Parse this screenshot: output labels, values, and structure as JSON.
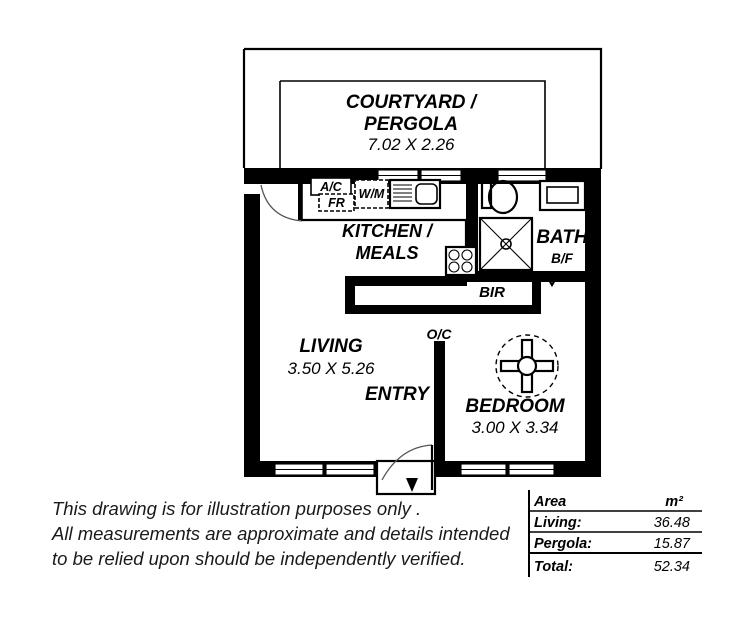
{
  "document": {
    "type": "floor-plan",
    "title": "Residential Floor Plan"
  },
  "rooms": [
    {
      "id": "courtyard",
      "name_line1": "COURTYARD /",
      "name_line2": "PERGOLA",
      "dimensions": "7.02 X 2.26"
    },
    {
      "id": "kitchen-meals",
      "name_line1": "KITCHEN /",
      "name_line2": "MEALS",
      "dimensions": ""
    },
    {
      "id": "bath",
      "name_line1": "BATH",
      "name_line2": "",
      "dimensions": ""
    },
    {
      "id": "living",
      "name_line1": "LIVING",
      "name_line2": "",
      "dimensions": "3.50 X 5.26"
    },
    {
      "id": "bedroom",
      "name_line1": "BEDROOM",
      "name_line2": "",
      "dimensions": "3.00 X 3.34"
    },
    {
      "id": "entry",
      "name_line1": "ENTRY",
      "name_line2": "",
      "dimensions": ""
    }
  ],
  "fixtures": {
    "air_conditioner": "A/C",
    "fridge": "FR",
    "washing_machine": "W/M",
    "built_in_robe": "BIR",
    "bi_fold_door": "B/F",
    "open_cupboard": "O/C"
  },
  "disclaimer": {
    "line1": "This drawing is for illustration purposes only .",
    "line2": "All measurements are approximate and details intended",
    "line3": "to be relied upon should be independently verified."
  },
  "area_table": {
    "header_label": "Area",
    "header_unit": "m²",
    "rows": [
      {
        "label": "Living:",
        "value": "36.48"
      },
      {
        "label": "Pergola:",
        "value": "15.87"
      }
    ],
    "total": {
      "label": "Total:",
      "value": "52.34"
    }
  },
  "colors": {
    "wall": "#000000",
    "background": "#ffffff",
    "text": "#000000",
    "swing": "#555555"
  }
}
